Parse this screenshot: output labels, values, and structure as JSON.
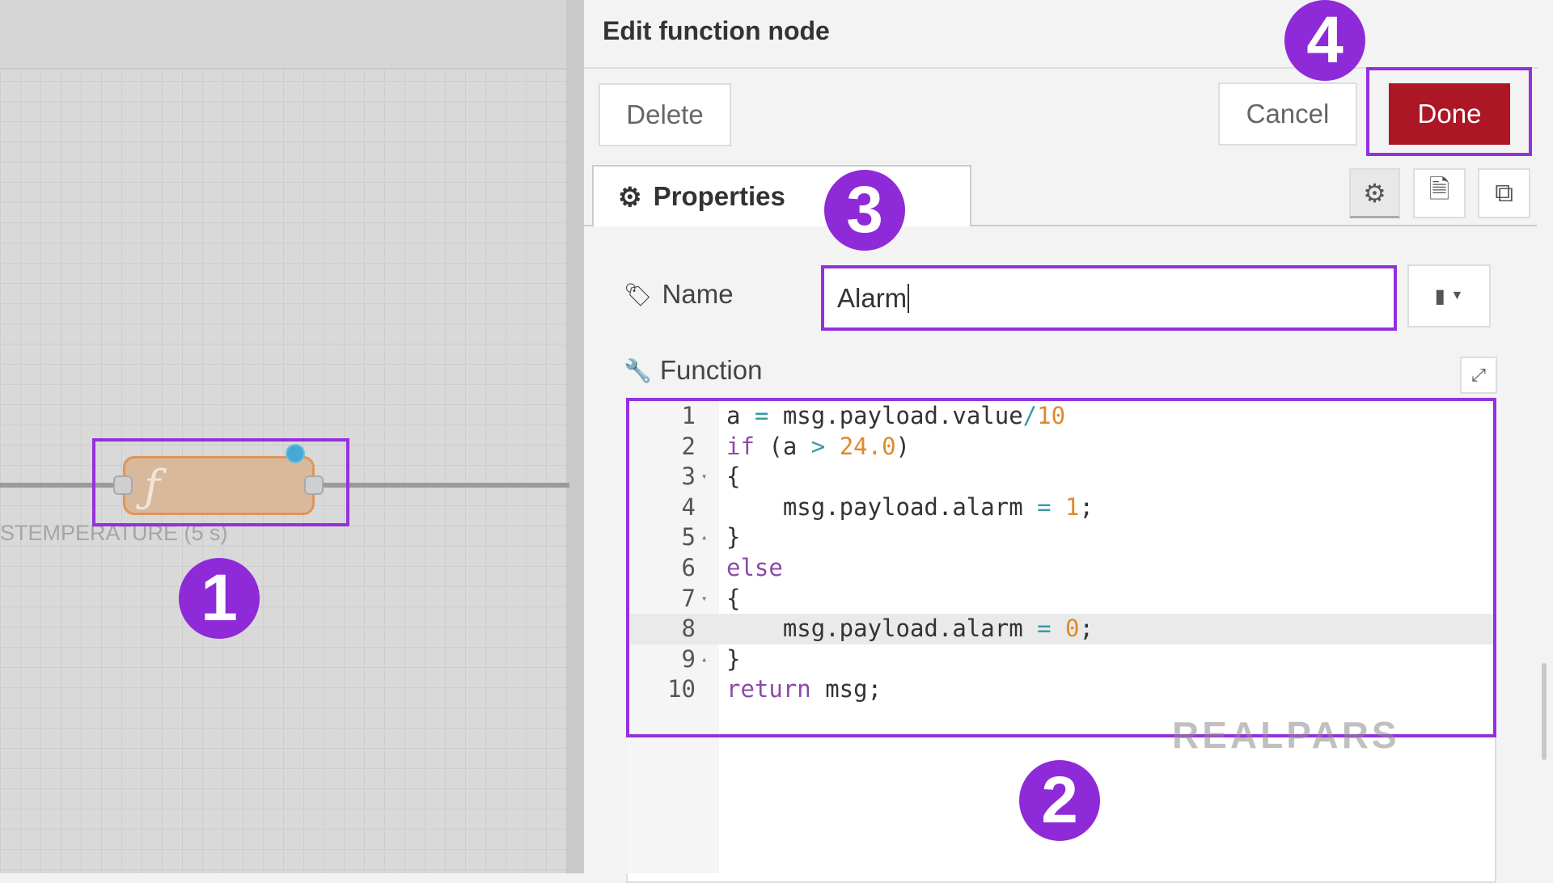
{
  "canvas": {
    "node_label": "STEMPERATURE (5 s)",
    "node_icon": "function-icon",
    "node_icon_glyph": "ƒ",
    "status_dot_color": "#46a9d4"
  },
  "annotations": {
    "one": "1",
    "two": "2",
    "three": "3",
    "four": "4",
    "color": "#8e2ad8"
  },
  "panel": {
    "title": "Edit function node",
    "delete_label": "Delete",
    "cancel_label": "Cancel",
    "done_label": "Done",
    "done_color": "#ad1625",
    "tab_properties": "Properties",
    "name_label": "Name",
    "name_value": "Alarm",
    "function_label": "Function"
  },
  "code": [
    {
      "n": "1",
      "fold": "",
      "tokens": [
        [
          "a ",
          ""
        ],
        [
          "=",
          "op"
        ],
        [
          " msg.payload.value",
          ""
        ],
        [
          "/",
          "op"
        ],
        [
          "10",
          "num"
        ]
      ]
    },
    {
      "n": "2",
      "fold": "",
      "tokens": [
        [
          "if",
          "kw"
        ],
        [
          " (a ",
          ""
        ],
        [
          ">",
          "op"
        ],
        [
          " ",
          ""
        ],
        [
          "24.0",
          "num"
        ],
        [
          ")",
          ""
        ]
      ]
    },
    {
      "n": "3",
      "fold": "▾",
      "tokens": [
        [
          "{",
          ""
        ]
      ]
    },
    {
      "n": "4",
      "fold": "",
      "tokens": [
        [
          "    msg.payload.alarm ",
          ""
        ],
        [
          "=",
          "op"
        ],
        [
          " ",
          ""
        ],
        [
          "1",
          "num"
        ],
        [
          ";",
          ""
        ]
      ]
    },
    {
      "n": "5",
      "fold": "▴",
      "tokens": [
        [
          "}",
          ""
        ]
      ]
    },
    {
      "n": "6",
      "fold": "",
      "tokens": [
        [
          "else",
          "kw"
        ]
      ]
    },
    {
      "n": "7",
      "fold": "▾",
      "tokens": [
        [
          "{",
          ""
        ]
      ]
    },
    {
      "n": "8",
      "fold": "",
      "active": true,
      "tokens": [
        [
          "    msg.payload.alarm ",
          ""
        ],
        [
          "=",
          "op"
        ],
        [
          " ",
          ""
        ],
        [
          "0",
          "num"
        ],
        [
          ";",
          ""
        ]
      ]
    },
    {
      "n": "9",
      "fold": "▴",
      "tokens": [
        [
          "}",
          ""
        ]
      ]
    },
    {
      "n": "10",
      "fold": "",
      "tokens": [
        [
          "return",
          "kw"
        ],
        [
          " msg;",
          ""
        ]
      ]
    }
  ],
  "watermark": "REALPARS"
}
